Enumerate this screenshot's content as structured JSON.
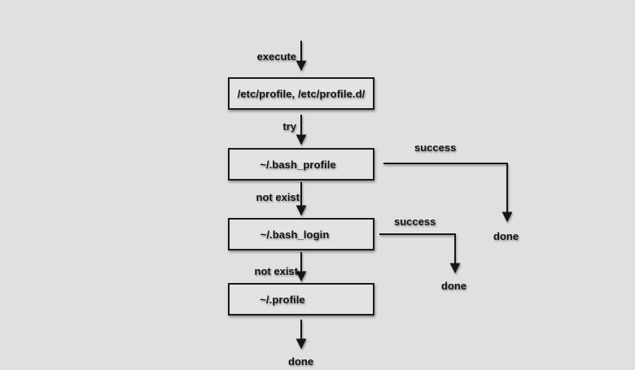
{
  "diagram": {
    "colors": {
      "background": "#e0e0e0",
      "line": "#161616",
      "box_fill": "#e3e3e3",
      "text": "#111111"
    },
    "nodes": [
      {
        "id": "etc-profile",
        "label": "/etc/profile, /etc/profile.d/"
      },
      {
        "id": "bash-profile",
        "label": "~/.bash_profile"
      },
      {
        "id": "bash-login",
        "label": "~/.bash_login"
      },
      {
        "id": "profile",
        "label": "~/.profile"
      }
    ],
    "edge_labels": {
      "execute": "execute",
      "try": "try",
      "not_exist_1": "not exist",
      "not_exist_2": "not exist",
      "success_1": "success",
      "success_2": "success",
      "done_right": "done",
      "done_mid": "done",
      "done_bottom": "done"
    }
  }
}
